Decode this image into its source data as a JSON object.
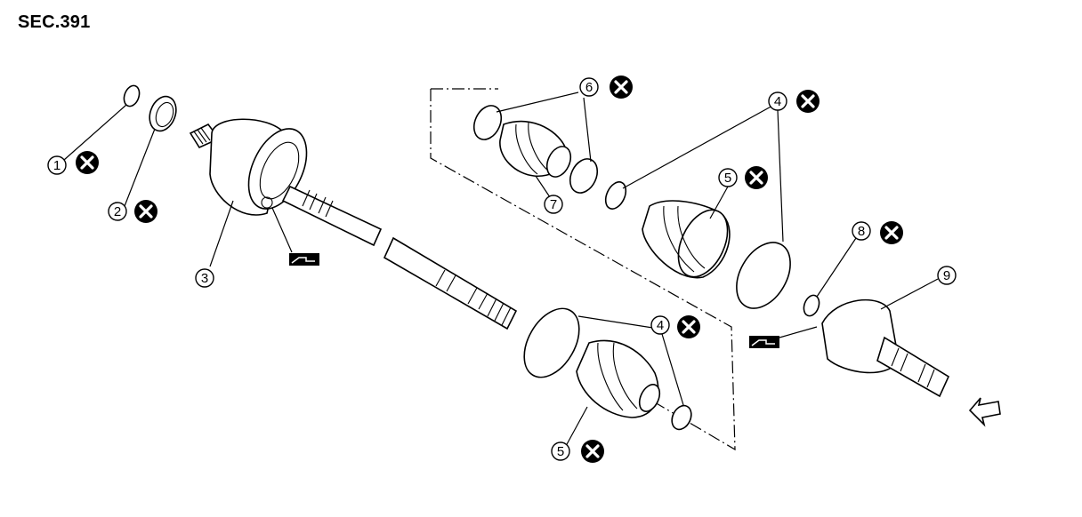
{
  "section_title": "SEC.391",
  "callouts": [
    {
      "id": "c1",
      "number": "1",
      "nonreusable": true
    },
    {
      "id": "c2",
      "number": "2",
      "nonreusable": true
    },
    {
      "id": "c3",
      "number": "3",
      "nonreusable": false
    },
    {
      "id": "c6",
      "number": "6",
      "nonreusable": true
    },
    {
      "id": "c7",
      "number": "7",
      "nonreusable": false
    },
    {
      "id": "c4a",
      "number": "4",
      "nonreusable": true
    },
    {
      "id": "c5a",
      "number": "5",
      "nonreusable": true
    },
    {
      "id": "c8",
      "number": "8",
      "nonreusable": true
    },
    {
      "id": "c9",
      "number": "9",
      "nonreusable": false
    },
    {
      "id": "c4b",
      "number": "4",
      "nonreusable": true
    },
    {
      "id": "c5b",
      "number": "5",
      "nonreusable": true
    }
  ],
  "icons": {
    "nonreusable": "x-circle-icon",
    "grease": "grease-application-icon",
    "direction": "vehicle-front-arrow-icon"
  },
  "colors": {
    "line": "#000000",
    "background": "#ffffff"
  }
}
